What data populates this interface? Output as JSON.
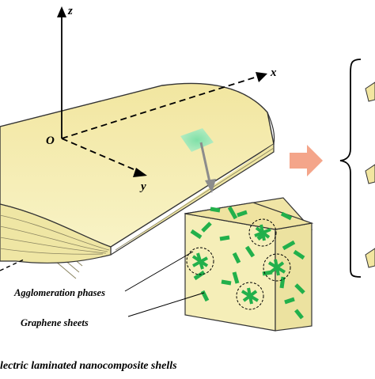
{
  "axes": {
    "z": "z",
    "x": "x",
    "y": "y",
    "origin": "O"
  },
  "callouts": {
    "agglomeration": "Agglomeration phases",
    "graphene": "Graphene sheets"
  },
  "caption": "lectric laminated nanocomposite shells",
  "colors": {
    "shell": "#f7f0b4",
    "shell_edge": "#e6dc94",
    "graphene": "#22b04b",
    "arrow": "#f4a58a",
    "pointer": "#8c8c8c"
  }
}
